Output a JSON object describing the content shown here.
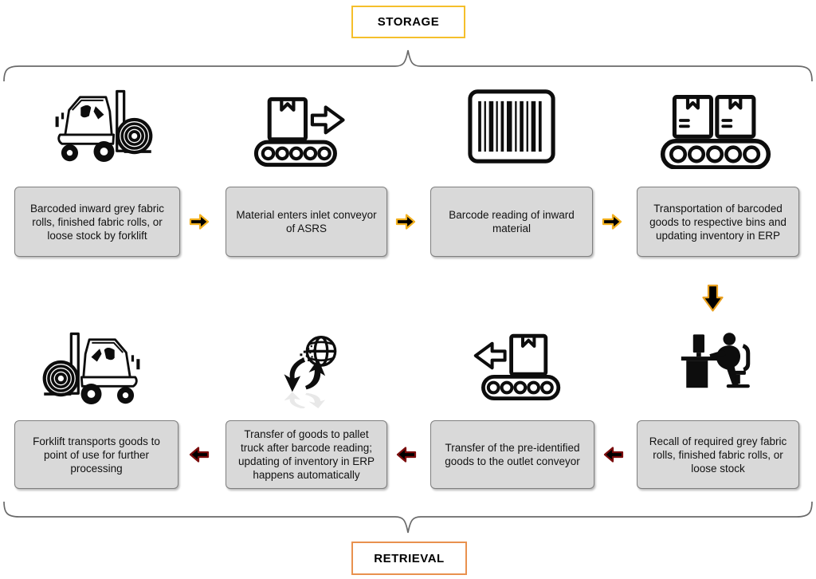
{
  "diagram": {
    "top_label": "STORAGE",
    "bottom_label": "RETRIEVAL"
  },
  "storage_steps": [
    {
      "icon": "forklift-loaded-icon",
      "text": "Barcoded inward grey fabric rolls, finished fabric rolls, or loose stock by forklift"
    },
    {
      "icon": "inlet-conveyor-icon",
      "text": "Material enters inlet conveyor of ASRS"
    },
    {
      "icon": "barcode-icon",
      "text": "Barcode reading of inward material"
    },
    {
      "icon": "bin-conveyor-icon",
      "text": "Transportation of barcoded goods to respective bins and updating inventory in ERP"
    }
  ],
  "retrieval_steps": [
    {
      "icon": "operator-computer-icon",
      "text": "Recall of required grey fabric rolls, finished fabric rolls, or loose stock"
    },
    {
      "icon": "outlet-conveyor-icon",
      "text": "Transfer of the pre-identified goods to the outlet conveyor"
    },
    {
      "icon": "erp-sync-globe-icon",
      "text": "Transfer of goods to pallet truck after barcode reading; updating of inventory in ERP happens automatically"
    },
    {
      "icon": "forklift-dispatch-icon",
      "text": "Forklift transports goods to point of use for further processing"
    }
  ],
  "colors": {
    "storage_label_border": "#F5BF2B",
    "retrieval_label_border": "#E9914E",
    "step_box_fill": "#D9D9D9",
    "step_box_border": "#7F7F7F",
    "forward_arrow_outline": "#F2B01E",
    "down_arrow_outline": "#E8A020",
    "reverse_arrow_outline": "#7B0C0C",
    "arrow_fill": "#000000",
    "brace_stroke": "#6A6A6A"
  }
}
